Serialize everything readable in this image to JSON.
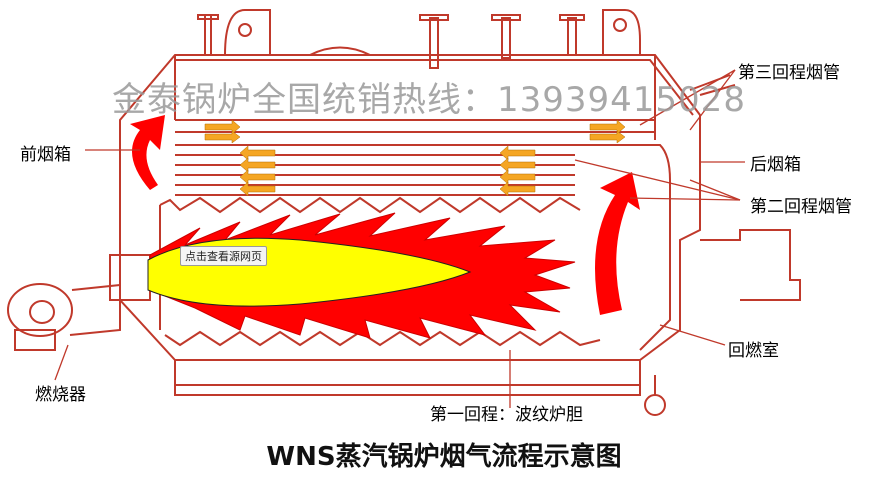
{
  "labels": {
    "front_smokebox": "前烟箱",
    "third_pass_tubes": "第三回程烟管",
    "rear_smokebox": "后烟箱",
    "second_pass_tubes": "第二回程烟管",
    "reversal_chamber": "回燃室",
    "first_pass_furnace": "第一回程：波纹炉胆",
    "burner": "燃烧器"
  },
  "title": "WNS蒸汽锅炉烟气流程示意图",
  "watermark": "金泰锅炉全国统销热线：13939415028",
  "tooltip": "点击查看源网页",
  "colors": {
    "outline": "#c0392b",
    "flame": "#ff0000",
    "core": "#ffff00",
    "arrow": "#f5a623"
  }
}
